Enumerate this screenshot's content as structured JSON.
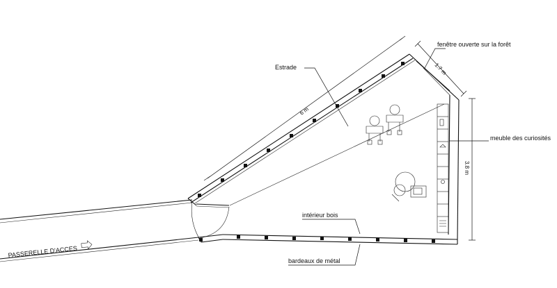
{
  "labels": {
    "window": "fenêtre ouverte sur la forêt",
    "estrade": "Estrade",
    "cabinet": "meuble des curiosités",
    "interior": "intérieur bois",
    "shingles": "bardeaux de métal",
    "walkway": "PASSERELLE D'ACCES"
  },
  "dimensions": {
    "long_wall": "6 m",
    "window_wall": "1.7 m",
    "right_wall": "3.8 m"
  },
  "icons": {
    "walkway_arrow": "arrow-right-icon",
    "people": "person-seated-icon"
  }
}
